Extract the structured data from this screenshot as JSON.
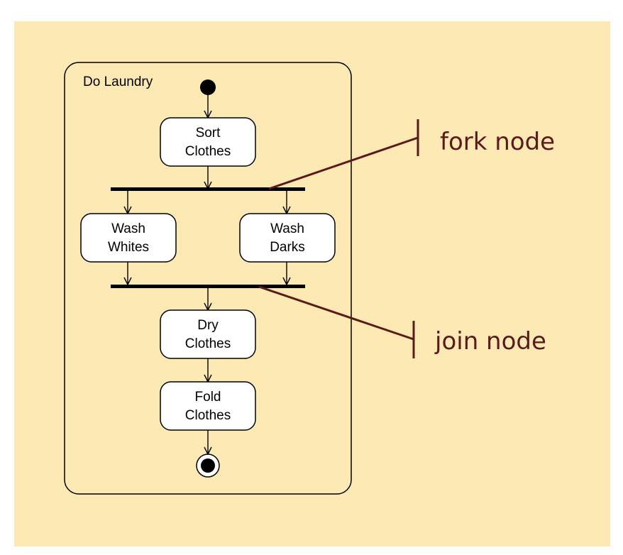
{
  "diagram": {
    "activity_title": "Do Laundry",
    "actions": {
      "sort": [
        "Sort",
        "Clothes"
      ],
      "wash_whites": [
        "Wash",
        "Whites"
      ],
      "wash_darks": [
        "Wash",
        "Darks"
      ],
      "dry": [
        "Dry",
        "Clothes"
      ],
      "fold": [
        "Fold",
        "Clothes"
      ]
    },
    "annotations": {
      "fork": "fork node",
      "join": "join node"
    }
  },
  "colors": {
    "page_background": "#ffffff",
    "panel_background": "#fde9b3",
    "action_fill": "#ffffff",
    "stroke": "#000000",
    "annotation": "#5a1a1a"
  }
}
